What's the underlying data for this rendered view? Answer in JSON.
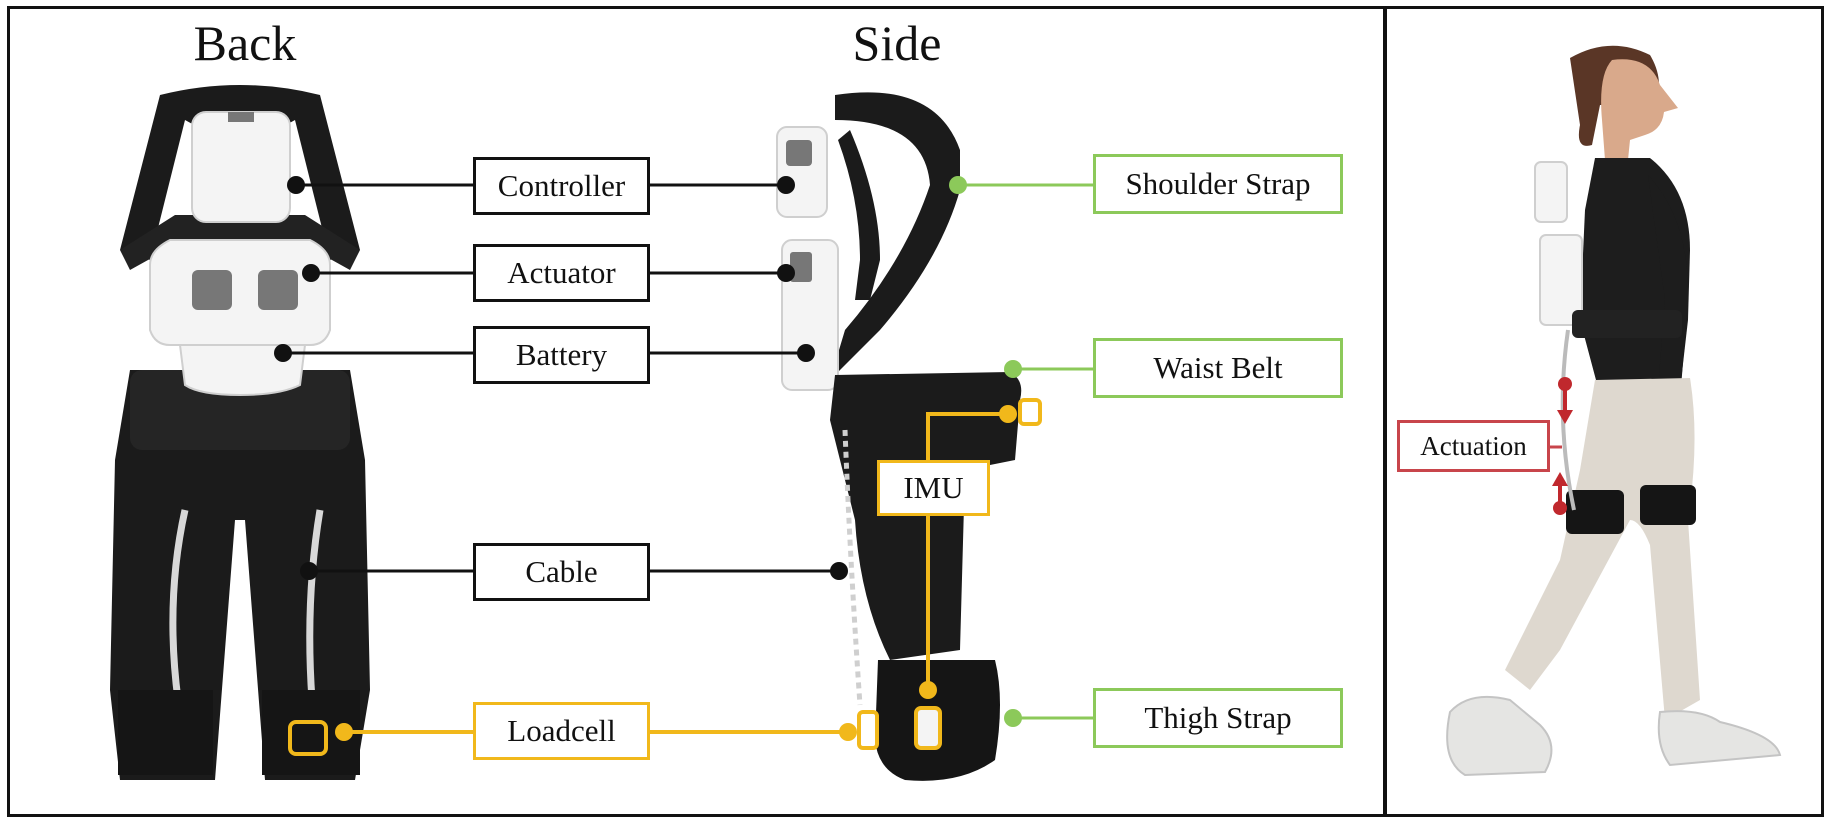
{
  "headings": {
    "back": "Back",
    "side": "Side"
  },
  "labels": {
    "controller": "Controller",
    "actuator": "Actuator",
    "battery": "Battery",
    "cable": "Cable",
    "loadcell": "Loadcell",
    "shoulder_strap": "Shoulder Strap",
    "waist_belt": "Waist Belt",
    "imu": "IMU",
    "thigh_strap": "Thigh Strap",
    "actuation": "Actuation"
  },
  "colors": {
    "black_leader": "#111111",
    "green_leader": "#8cc95a",
    "yellow_leader": "#f1b81b",
    "red_leader": "#c8454b",
    "suit": "#1b1b1b",
    "module": "#f4f4f4",
    "skin": "#d9a98b",
    "pants": "#ded8cf"
  }
}
